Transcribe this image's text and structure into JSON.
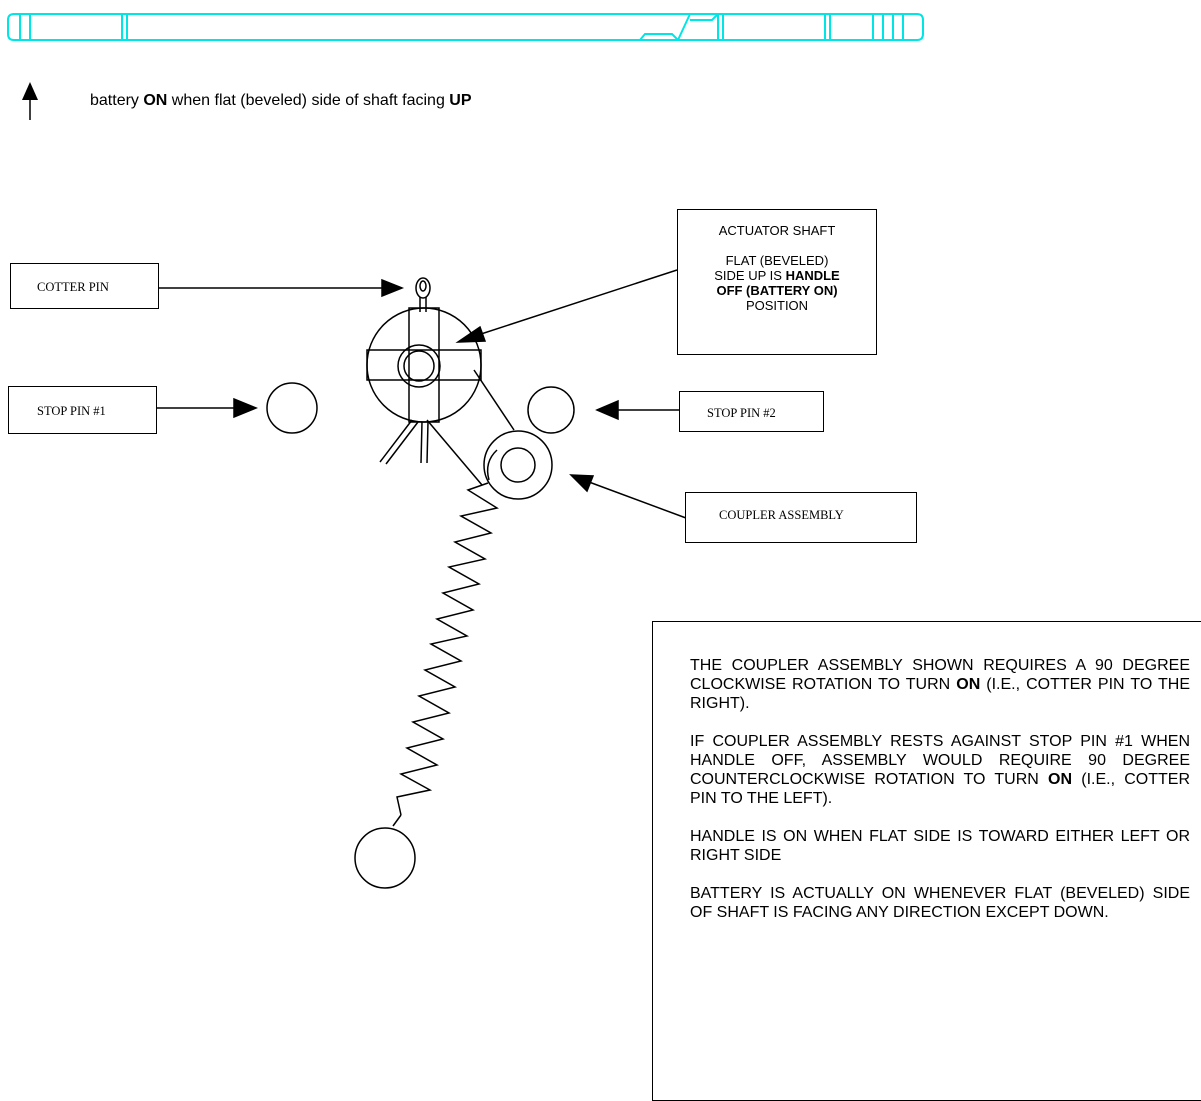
{
  "legend": {
    "prefix": "battery ",
    "on": "ON",
    "middle": " when flat (beveled) side of shaft facing ",
    "up": "UP"
  },
  "callouts": {
    "cotter_pin": "COTTER PIN",
    "stop_pin_1": "STOP PIN #1",
    "stop_pin_2": "STOP PIN #2",
    "coupler_assembly": "COUPLER ASSEMBLY",
    "actuator": {
      "title": "ACTUATOR SHAFT",
      "line1": "FLAT (BEVELED)",
      "line2_prefix": "SIDE UP IS ",
      "line2_bold": "HANDLE",
      "line3_bold": "OFF (BATTERY ON)",
      "line4": "POSITION"
    }
  },
  "notes": {
    "p1_a": "THE COUPLER ASSEMBLY SHOWN REQUIRES A 90 DEGREE CLOCKWISE ROTATION TO TURN ",
    "p1_on": "ON",
    "p1_b": " (I.E., COTTER PIN TO THE RIGHT).",
    "p2_a": "IF COUPLER ASSEMBLY RESTS AGAINST STOP PIN #1 WHEN HANDLE OFF, ASSEMBLY WOULD REQUIRE 90 DEGREE COUNTERCLOCKWISE ROTATION TO TURN ",
    "p2_on": "ON",
    "p2_b": " (I.E., COTTER PIN TO THE LEFT).",
    "p3": "HANDLE IS ON WHEN FLAT SIDE IS TOWARD EITHER LEFT OR RIGHT SIDE",
    "p4": "BATTERY IS ACTUALLY ON WHENEVER FLAT (BEVELED) SIDE OF SHAFT IS FACING ANY DIRECTION EXCEPT DOWN."
  },
  "colors": {
    "shaft_outline": "#00e5e5",
    "line": "#000000"
  }
}
